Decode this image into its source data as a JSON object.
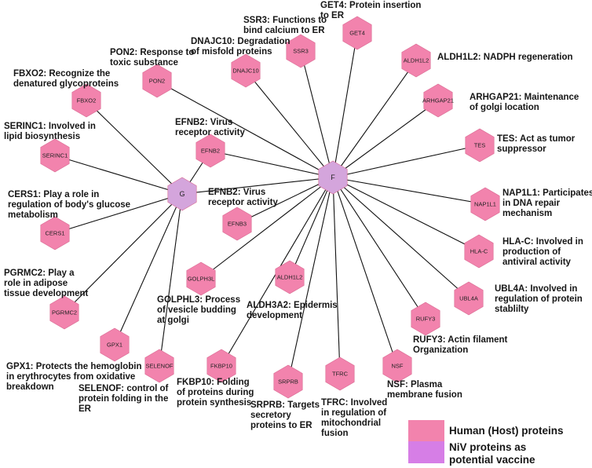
{
  "colors": {
    "host": "#f283ad",
    "viral": "#d4a5dc",
    "edge": "#111111",
    "legend_host": "#f283ad",
    "legend_viral": "#d67ee6"
  },
  "viral_nodes": [
    {
      "id": "G",
      "label": "G"
    },
    {
      "id": "F",
      "label": "F"
    }
  ],
  "host_nodes": [
    {
      "id": "GET4",
      "label": "GET4"
    },
    {
      "id": "SSR3",
      "label": "SSR3"
    },
    {
      "id": "DNAJC10",
      "label": "DNAJC10"
    },
    {
      "id": "ALDH1L2",
      "label": "ALDH1L2"
    },
    {
      "id": "PON2",
      "label": "PON2"
    },
    {
      "id": "ARHGAP21",
      "label": "ARHGAP21"
    },
    {
      "id": "FBXO2",
      "label": "FBXO2"
    },
    {
      "id": "TES",
      "label": "TES"
    },
    {
      "id": "EFNB2",
      "label": "EFNB2"
    },
    {
      "id": "SERINC1",
      "label": "SERINC1"
    },
    {
      "id": "NAP1L1",
      "label": "NAP1L1"
    },
    {
      "id": "EFNB3",
      "label": "EFNB3"
    },
    {
      "id": "CERS1",
      "label": "CERS1"
    },
    {
      "id": "HLA-C",
      "label": "HLA-C"
    },
    {
      "id": "GOLPHL3",
      "label": "GOLPH3L"
    },
    {
      "id": "ALDH3A2",
      "label": "ALDH1L2"
    },
    {
      "id": "PGRMC2",
      "label": "PGRMC2"
    },
    {
      "id": "UBL4A",
      "label": "UBL4A"
    },
    {
      "id": "RUFY3",
      "label": "RUFY3"
    },
    {
      "id": "GPX1",
      "label": "GPX1"
    },
    {
      "id": "SELENOF",
      "label": "SELENOF"
    },
    {
      "id": "FKBP10",
      "label": "FKBP10"
    },
    {
      "id": "NSF",
      "label": "NSF"
    },
    {
      "id": "SRPRB",
      "label": "SRPRB"
    },
    {
      "id": "TFRC",
      "label": "TFRC"
    }
  ],
  "edges": [
    [
      "G",
      "FBXO2"
    ],
    [
      "G",
      "SERINC1"
    ],
    [
      "G",
      "CERS1"
    ],
    [
      "G",
      "PGRMC2"
    ],
    [
      "G",
      "GPX1"
    ],
    [
      "G",
      "SELENOF"
    ],
    [
      "G",
      "EFNB2"
    ],
    [
      "G",
      "F"
    ],
    [
      "F",
      "PON2"
    ],
    [
      "F",
      "DNAJC10"
    ],
    [
      "F",
      "SSR3"
    ],
    [
      "F",
      "GET4"
    ],
    [
      "F",
      "ALDH1L2"
    ],
    [
      "F",
      "ARHGAP21"
    ],
    [
      "F",
      "TES"
    ],
    [
      "F",
      "NAP1L1"
    ],
    [
      "F",
      "HLA-C"
    ],
    [
      "F",
      "UBL4A"
    ],
    [
      "F",
      "RUFY3"
    ],
    [
      "F",
      "NSF"
    ],
    [
      "F",
      "TFRC"
    ],
    [
      "F",
      "SRPRB"
    ],
    [
      "F",
      "FKBP10"
    ],
    [
      "F",
      "ALDH3A2"
    ],
    [
      "F",
      "GOLPHL3"
    ],
    [
      "F",
      "EFNB3"
    ],
    [
      "F",
      "EFNB2"
    ]
  ],
  "annotations": [
    {
      "id": "GET4",
      "text": "GET4: Protein insertion\nto ER"
    },
    {
      "id": "SSR3",
      "text": "SSR3: Functions to\nbind calcium to ER"
    },
    {
      "id": "DNAJC10",
      "text": "DNAJC10: Degradation\nof misfold proteins"
    },
    {
      "id": "ALDH1L2",
      "text": "ALDH1L2: NADPH regeneration"
    },
    {
      "id": "PON2",
      "text": "PON2: Response to\ntoxic substance"
    },
    {
      "id": "FBXO2",
      "text": "FBXO2: Recognize the\ndenatured glycoproteins"
    },
    {
      "id": "ARHGAP21",
      "text": "ARHGAP21: Maintenance\nof golgi location"
    },
    {
      "id": "SERINC1",
      "text": "SERINC1: Involved in\nlipid biosynthesis"
    },
    {
      "id": "EFNB2-top",
      "text": "EFNB2: Virus\nreceptor activity"
    },
    {
      "id": "TES",
      "text": "TES: Act as tumor\nsuppressor"
    },
    {
      "id": "CERS1",
      "text": "CERS1: Play a role in\nregulation of body's glucose\nmetabolism"
    },
    {
      "id": "EFNB2-mid",
      "text": "EFNB2: Virus\nreceptor activity"
    },
    {
      "id": "NAP1L1",
      "text": "NAP1L1: Participates\nin DNA repair\nmechanism"
    },
    {
      "id": "HLA-C",
      "text": "HLA-C: Involved in\nproduction of\nantiviral activity"
    },
    {
      "id": "PGRMC2",
      "text": "PGRMC2: Play a\nrole in adipose\ntissue development"
    },
    {
      "id": "UBL4A",
      "text": "UBL4A: Involved in\nregulation of protein\nstablilty"
    },
    {
      "id": "GOLPHL3",
      "text": "GOLPHL3: Process\nof vesicle budding\nat golgi"
    },
    {
      "id": "ALDH3A2",
      "text": "ALDH3A2: Epidermis\ndevelopment"
    },
    {
      "id": "RUFY3",
      "text": "RUFY3: Actin filament\nOrganization"
    },
    {
      "id": "GPX1",
      "text": "GPX1: Protects the hemoglobin\nin erythrocytes from oxidative\nbreakdown"
    },
    {
      "id": "NSF",
      "text": "NSF: Plasma\nmembrane fusion"
    },
    {
      "id": "FKBP10",
      "text": "FKBP10: Folding\nof proteins during\nprotein synthesis"
    },
    {
      "id": "SELENOF",
      "text": "SELENOF: control of\nprotein folding in the\nER"
    },
    {
      "id": "SRPRB",
      "text": "SRPRB: Targets\nsecretory\nproteins to ER"
    },
    {
      "id": "TFRC",
      "text": "TFRC: Involved\nin regulation of\nmitochondrial\nfusion"
    }
  ],
  "legend": {
    "host_label": "Human (Host) proteins",
    "viral_label": "NiV proteins as\npotential vaccine"
  }
}
